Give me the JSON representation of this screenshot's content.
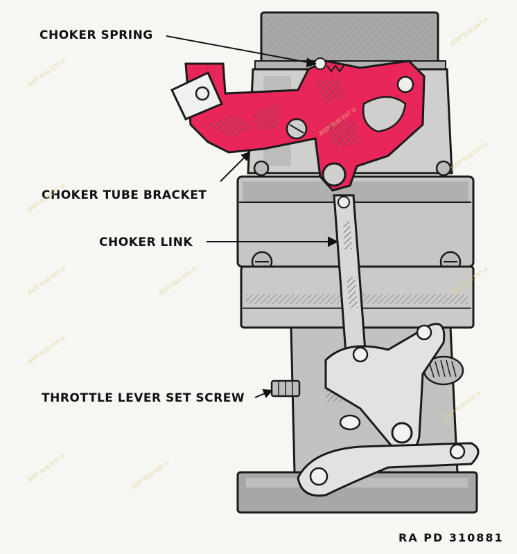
{
  "labels": {
    "choker_spring": "CHOKER SPRING",
    "choker_tube_bracket": "CHOKER TUBE BRACKET",
    "choker_link": "CHOKER LINK",
    "throttle_lever_set_screw": "THROTTLE LEVER SET SCREW"
  },
  "reference": "RA  PD  310881",
  "watermark": "JEEP SUD EST ©",
  "colors": {
    "highlight": "#e8265a",
    "metal": "#c8c8c6",
    "metal_dark": "#9a9a98",
    "line": "#1a1a1a",
    "background": "#f6f6f3"
  }
}
